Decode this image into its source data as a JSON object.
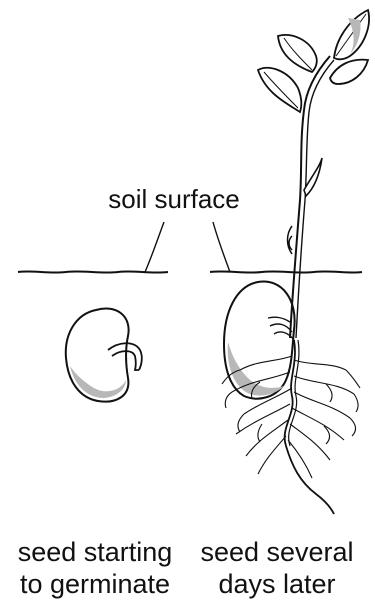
{
  "labels": {
    "soil_surface": "soil surface"
  },
  "captions": {
    "left": {
      "line1": "seed starting",
      "line2": "to germinate"
    },
    "right": {
      "line1": "seed several",
      "line2": "days later"
    }
  },
  "colors": {
    "line": "#111111",
    "seed_shadow": "#b8b8b8",
    "leaf_fill": "#ffffff",
    "background": "#ffffff"
  }
}
